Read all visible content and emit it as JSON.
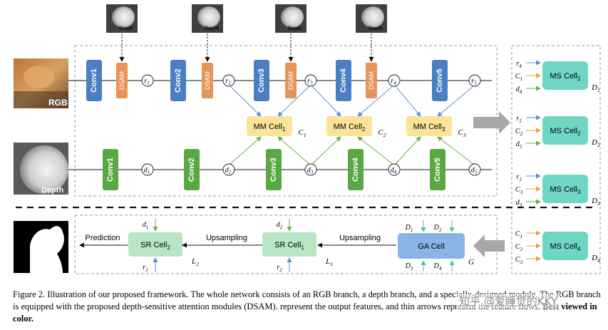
{
  "inputs": {
    "rgb_label": "RGB",
    "depth_label": "Depth",
    "depth_map_label": "Depth"
  },
  "rgb_branch": {
    "convs": [
      "Conv1",
      "Conv2",
      "Conv3",
      "Conv4",
      "Conv5"
    ],
    "dsam": "DSAM",
    "features": [
      "r",
      "r",
      "r",
      "r",
      "r"
    ],
    "feature_subs": [
      "1",
      "2",
      "3",
      "4",
      "5"
    ]
  },
  "depth_branch": {
    "convs": [
      "Conv1",
      "Conv2",
      "Conv3",
      "Conv4",
      "Conv5"
    ],
    "features": [
      "d",
      "d",
      "d",
      "d",
      "d"
    ],
    "feature_subs": [
      "1",
      "2",
      "3",
      "4",
      "5"
    ]
  },
  "mm_cells": [
    {
      "name": "MM Cell",
      "sub": "1",
      "out": "C",
      "out_sub": "1"
    },
    {
      "name": "MM Cell",
      "sub": "2",
      "out": "C",
      "out_sub": "2"
    },
    {
      "name": "MM Cell",
      "sub": "3",
      "out": "C",
      "out_sub": "3"
    }
  ],
  "ms_cells": [
    {
      "name": "MS Cell",
      "sub": "1",
      "out": "D",
      "out_sub": "1",
      "inputs": [
        [
          "r",
          "4"
        ],
        [
          "C",
          "1"
        ],
        [
          "d",
          "4"
        ]
      ]
    },
    {
      "name": "MS Cell",
      "sub": "2",
      "out": "D",
      "out_sub": "2",
      "inputs": [
        [
          "r",
          "5"
        ],
        [
          "C",
          "2"
        ],
        [
          "d",
          "5"
        ]
      ]
    },
    {
      "name": "MS Cell",
      "sub": "3",
      "out": "D",
      "out_sub": "3",
      "inputs": [
        [
          "r",
          "3"
        ],
        [
          "C",
          "3"
        ],
        [
          "d",
          "3"
        ]
      ]
    },
    {
      "name": "MS Cell",
      "sub": "4",
      "out": "D",
      "out_sub": "4",
      "inputs": [
        [
          "C",
          "1"
        ],
        [
          "C",
          "2"
        ],
        [
          "C",
          "3"
        ]
      ]
    }
  ],
  "decoder": {
    "ga_cell": "GA Cell",
    "ga_out": "G",
    "ga_inputs": [
      [
        "D",
        "1"
      ],
      [
        "D",
        "2"
      ],
      [
        "D",
        "3"
      ],
      [
        "D",
        "4"
      ]
    ],
    "sr_cells": [
      {
        "name": "SR Cell",
        "sub": "1",
        "out": "L",
        "out_sub": "1",
        "top": [
          "d",
          "2"
        ],
        "bottom": [
          "r",
          "2"
        ]
      },
      {
        "name": "SR Cell",
        "sub": "2",
        "out": "L",
        "out_sub": "2",
        "top": [
          "d",
          "1"
        ],
        "bottom": [
          "r",
          "1"
        ]
      }
    ],
    "upsampling": "Upsampling",
    "prediction": "Prediction"
  },
  "caption": {
    "figure_label": "Figure 2.",
    "text_1": "Illustration of our proposed framework. The whole network consists of an RGB branch, a depth branch, and a specially-designed",
    "text_2": "module. The RGB branch is equipped with the proposed depth-sensitive attention modules (DSAM).",
    "text_2b": "represent",
    "text_3": "the output features, and thin arrows represent the feature flows.",
    "bold": "Best viewed in color."
  },
  "watermark": "知乎 @爱睡觉的KKY",
  "colors": {
    "conv_blue": "#4a7fc1",
    "conv_green": "#5aa844",
    "dsam_orange": "#e8935a",
    "mm_yellow": "#fbe39a",
    "ms_teal": "#6fd6c4",
    "sr_green": "#b8e6c4",
    "ga_blue": "#8ab4e6",
    "arrow_blue": "#5b8fd6",
    "arrow_green": "#66b04a",
    "arrow_orange": "#e8a23c"
  }
}
